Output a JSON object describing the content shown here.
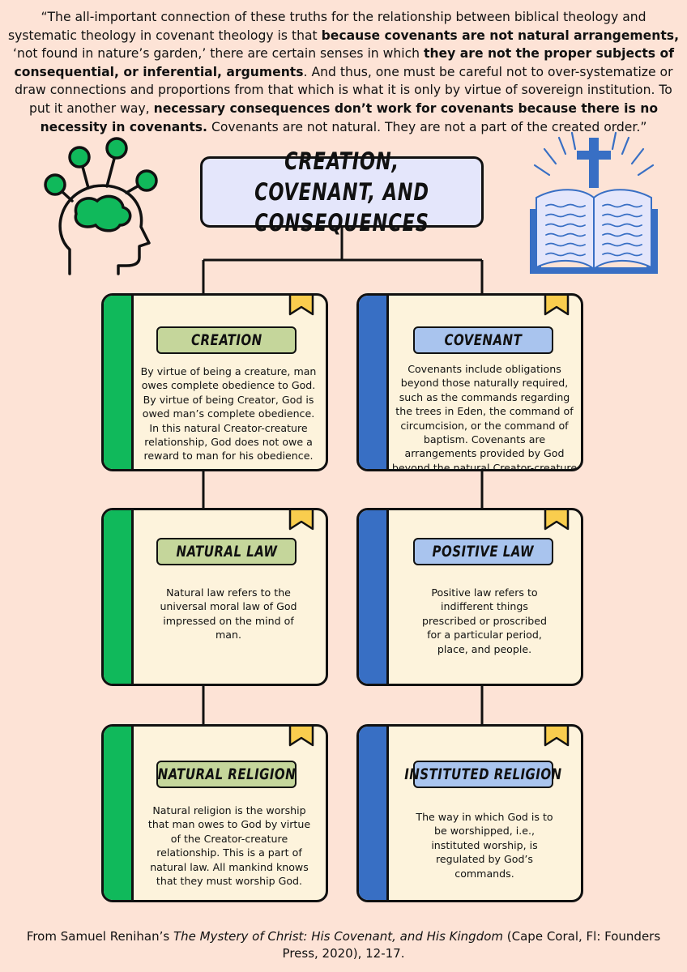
{
  "quote": {
    "p1": "“The all-important connection of these truths for the relationship between biblical theology and systematic theology in covenant theology is that ",
    "b1": "because covenants are not natural arrangements,",
    "p2": " ‘not found in nature’s garden,’ there are certain senses in which ",
    "b2": "they are not the proper subjects of consequential, or inferential, arguments",
    "p3": ". And thus, one must be careful not to over-systematize or draw connections and proportions from that which is what it is only by virtue of sovereign institution. To put it another way, ",
    "b3": "necessary consequences don’t work for covenants because there is no necessity in covenants.",
    "p4": " Covenants are not natural. They are not a part of the created order.”"
  },
  "title": {
    "line1": "CREATION, COVENANT, AND",
    "line2": "CONSEQUENCES"
  },
  "cards": {
    "creation": {
      "label": "CREATION",
      "text": "By virtue of being a creature, man owes complete obedience to God. By virtue of being Creator, God is owed man’s complete obedience. In this natural Creator-creature relationship, God does not owe a reward to man for his obedience."
    },
    "covenant": {
      "label": "COVENANT",
      "text": "Covenants include obligations beyond those naturally required, such as the commands regarding the trees in Eden, the command of circumcision, or the command of baptism. Covenants are arrangements provided by God beyond the natural Creator-creature relationship."
    },
    "natural_law": {
      "label": "NATURAL LAW",
      "text": "Natural law refers to the universal moral law of God impressed on the mind of man."
    },
    "positive_law": {
      "label": "POSITIVE LAW",
      "text": "Positive law refers to indifferent things prescribed or proscribed for a particular period, place, and people."
    },
    "natural_religion": {
      "label": "NATURAL RELIGION",
      "text": "Natural religion is the worship that man owes to God by virtue of the Creator-creature relationship. This is a part of natural law. All mankind knows that they must worship God."
    },
    "instituted_religion": {
      "label": "INSTITUTED RELIGION",
      "text": "The way in which God is to be worshipped, i.e., instituted worship, is regulated by God’s commands."
    }
  },
  "citation": {
    "pre": "From Samuel Renihan’s ",
    "book": "The Mystery of Christ: His Covenant, and His Kingdom",
    "post": " (Cape Coral, Fl: Founders Press, 2020), 12-17."
  },
  "colors": {
    "background": "#fde3d6",
    "card": "#fdf3dc",
    "green_stripe": "#10b95b",
    "blue_stripe": "#386fc4",
    "green_label": "#c5d69b",
    "blue_label": "#a9c4ee",
    "title_box": "#e4e6fb",
    "bookmark": "#f9cd4e"
  },
  "icons": [
    "head-network-icon",
    "open-bible-cross-icon",
    "bookmark-icon"
  ]
}
